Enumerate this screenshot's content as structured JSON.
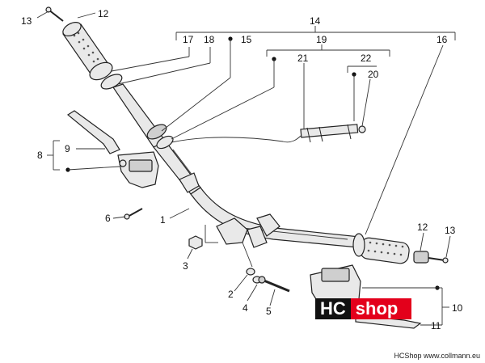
{
  "labels": {
    "l1": "1",
    "l2": "2",
    "l3": "3",
    "l4": "4",
    "l5": "5",
    "l6": "6",
    "l8": "8",
    "l9": "9",
    "l10": "10",
    "l11": "11",
    "l12a": "12",
    "l12b": "12",
    "l13a": "13",
    "l13b": "13",
    "l14": "14",
    "l15": "15",
    "l16": "16",
    "l17": "17",
    "l18": "18",
    "l19": "19",
    "l20": "20",
    "l21": "21",
    "l22": "22"
  },
  "watermark": {
    "hc": "HC",
    "shop": "shop",
    "brand_color": "#e3001b"
  },
  "footer": {
    "credit": "HCShop www.collmann.eu"
  }
}
